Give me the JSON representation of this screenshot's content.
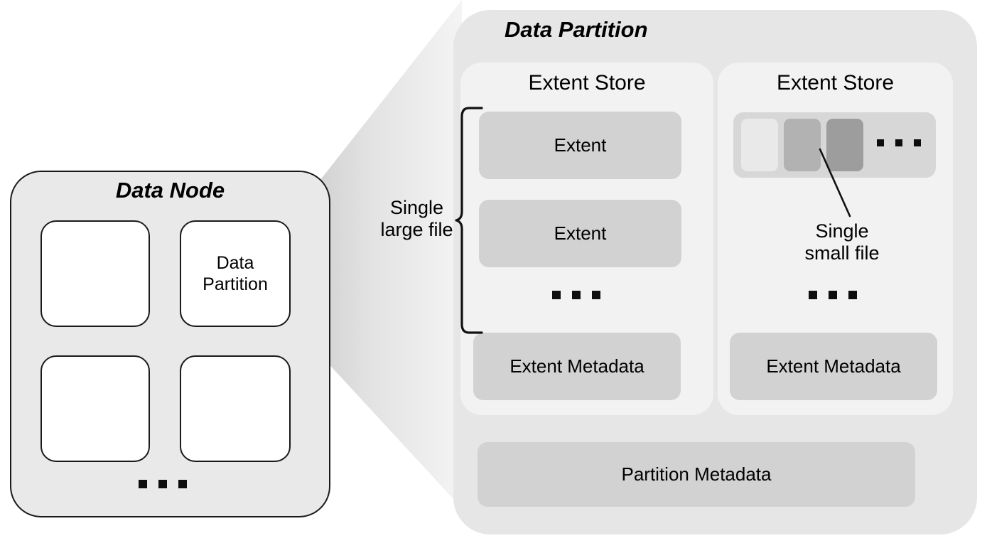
{
  "diagram": {
    "title": "Data Node / Data Partition storage layout",
    "colors": {
      "node_fill": "#e9e9e9",
      "node_stroke": "#1a1a1a",
      "slot_fill": "#ffffff",
      "partition_fill": "#e6e6e6",
      "store_fill": "#f2f2f2",
      "box_fill": "#d2d2d2",
      "strip_fill": "#d7d7d7",
      "small_file_1": "#e9e9e9",
      "small_file_2": "#b2b2b2",
      "small_file_3": "#9d9d9d",
      "text": "#000000"
    }
  },
  "data_node": {
    "title": "Data Node",
    "slots": [
      {
        "label": ""
      },
      {
        "label": "Data\nPartition"
      },
      {
        "label": ""
      },
      {
        "label": ""
      }
    ],
    "ellipsis": "..."
  },
  "data_partition": {
    "title": "Data Partition",
    "extent_stores": [
      {
        "title": "Extent Store",
        "extents": [
          {
            "label": "Extent"
          },
          {
            "label": "Extent"
          }
        ],
        "ellipsis": "...",
        "metadata_label": "Extent Metadata"
      },
      {
        "title": "Extent Store",
        "small_files": [
          {
            "shade": "light"
          },
          {
            "shade": "medium"
          },
          {
            "shade": "dark"
          }
        ],
        "strip_ellipsis": "...",
        "ellipsis": "...",
        "metadata_label": "Extent Metadata"
      }
    ],
    "partition_metadata_label": "Partition Metadata"
  },
  "annotations": {
    "single_large_file": "Single\nlarge file",
    "single_small_file": "Single\nsmall file"
  }
}
